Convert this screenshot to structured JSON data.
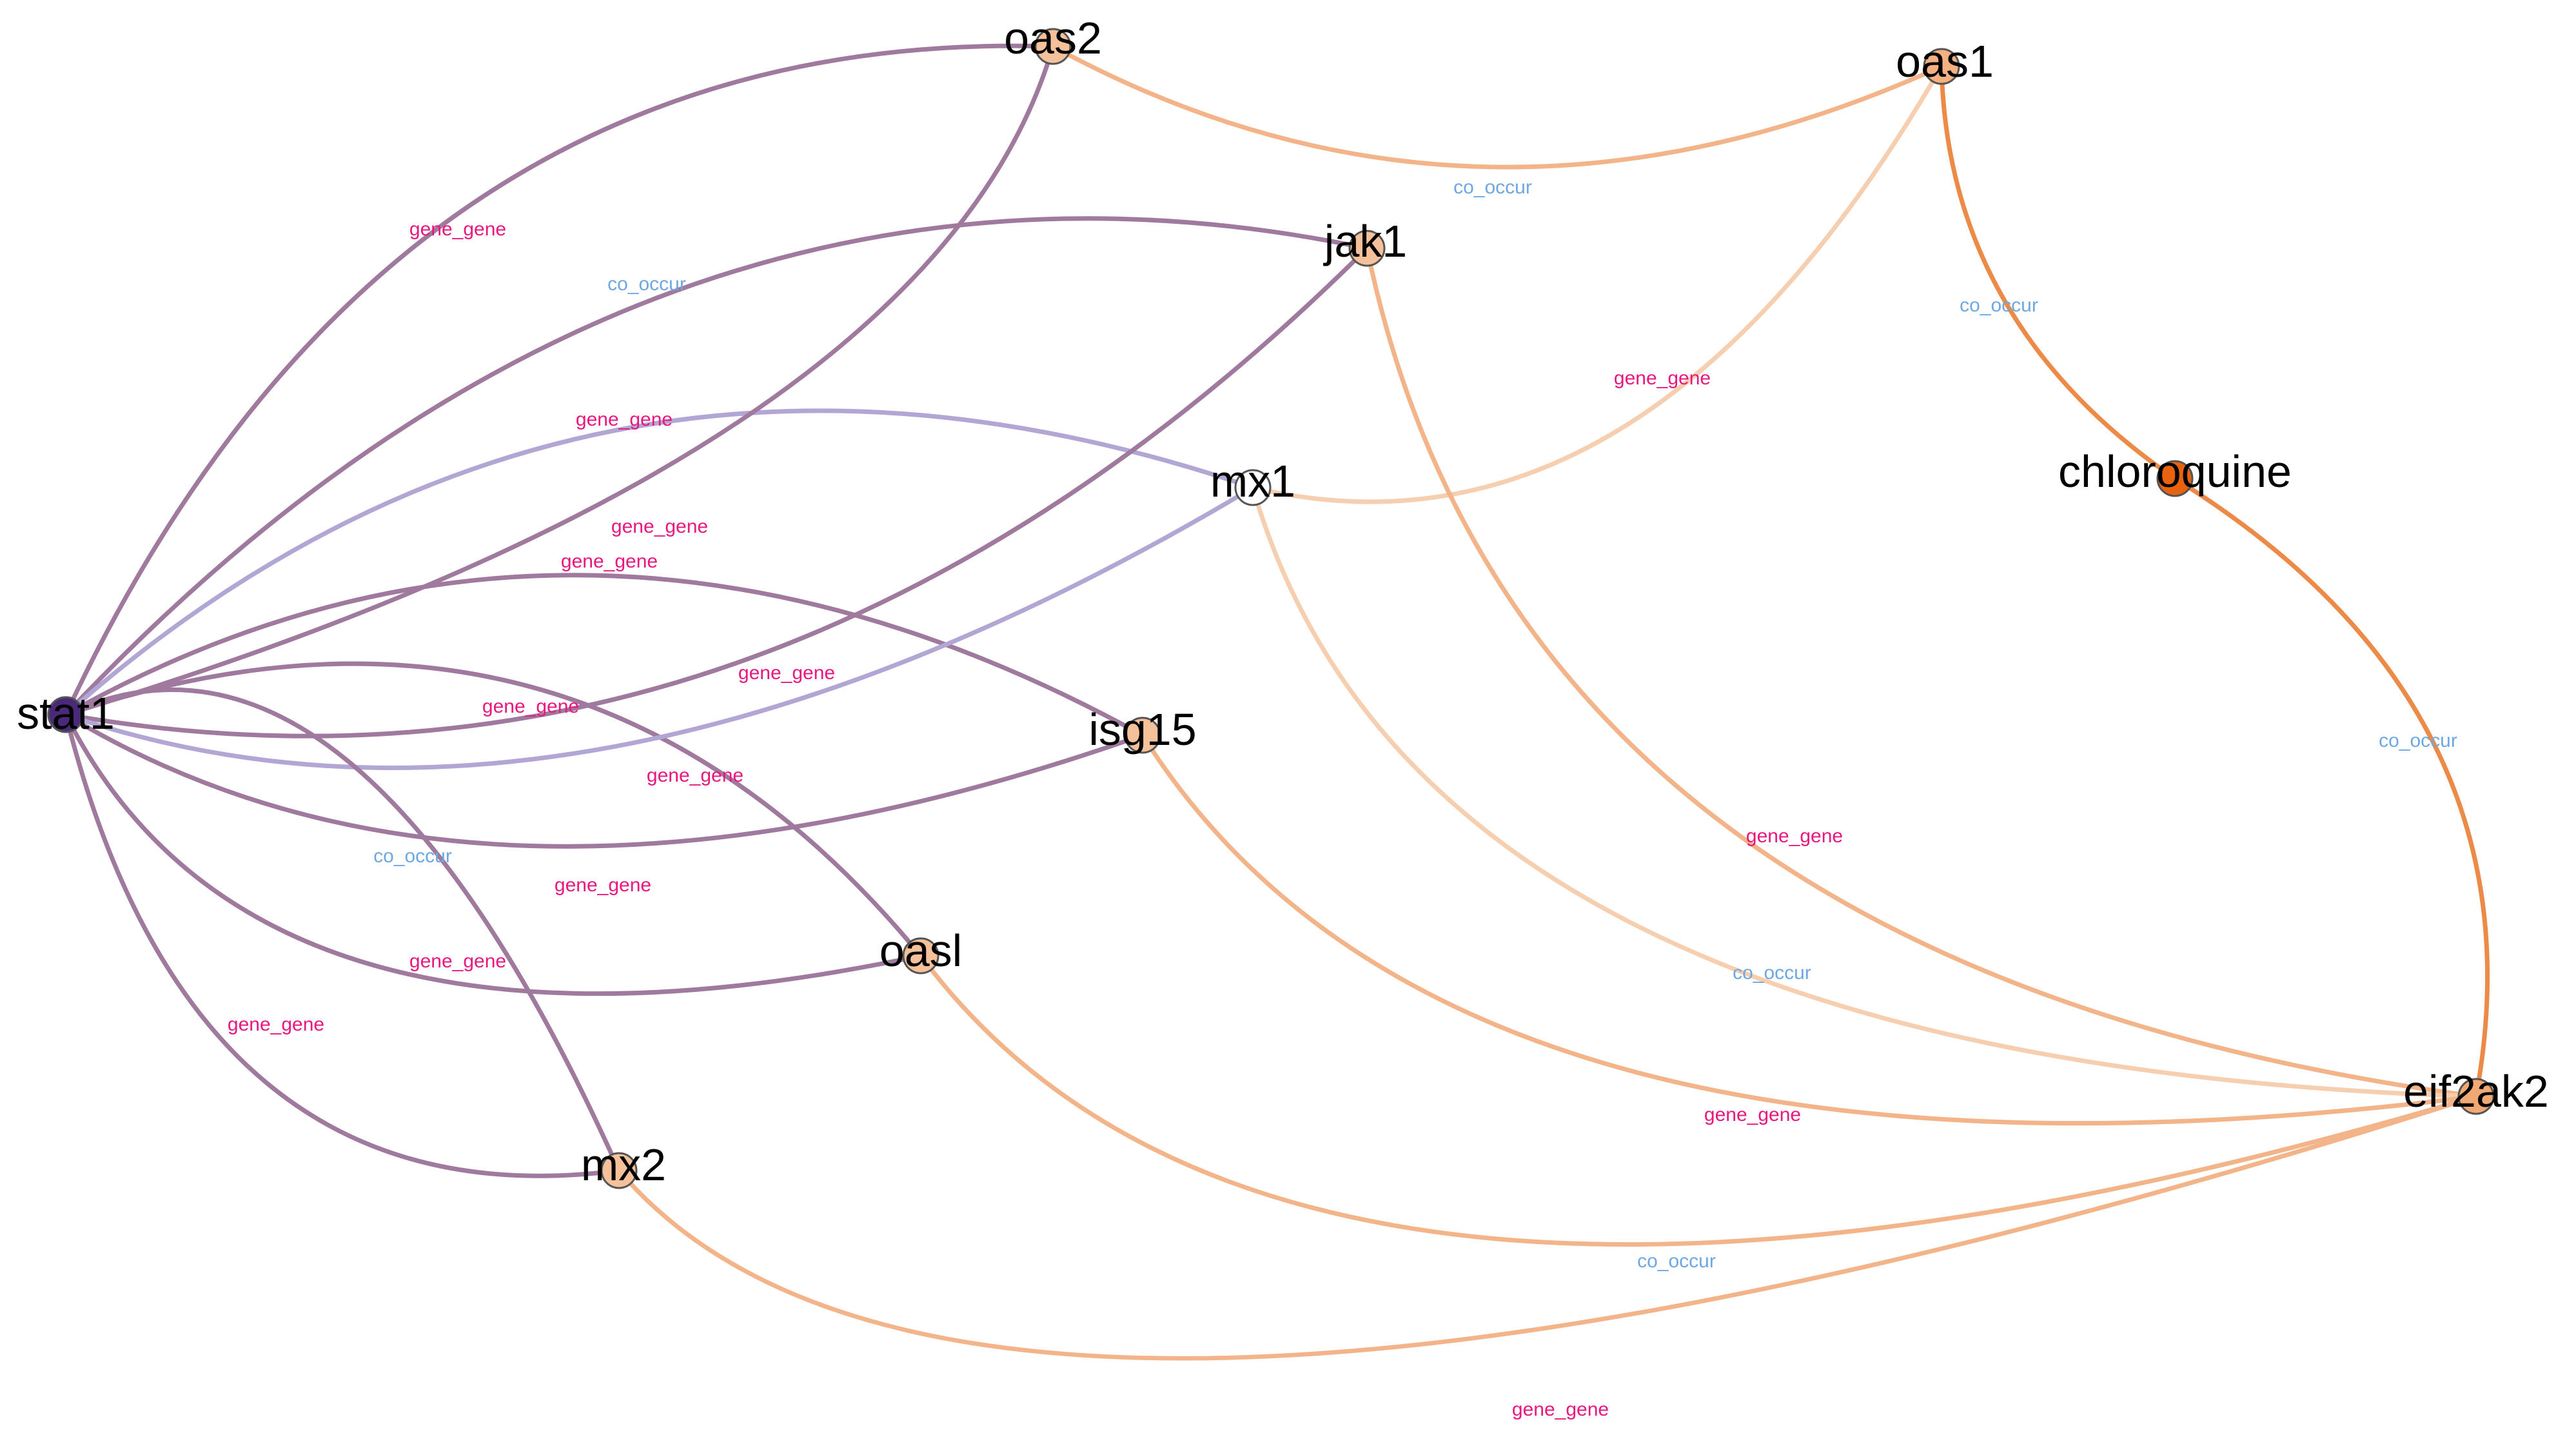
{
  "colors": {
    "gene_gene_label": "#e8187e",
    "co_occur_label": "#6fa8e0"
  },
  "nodes": [
    {
      "id": "stat1",
      "label": "stat1",
      "color": "#4a2a78"
    },
    {
      "id": "oas2",
      "label": "oas2",
      "color": "#f5c19b"
    },
    {
      "id": "oas1",
      "label": "oas1",
      "color": "#f3b080"
    },
    {
      "id": "jak1",
      "label": "jak1",
      "color": "#f5c19b"
    },
    {
      "id": "mx1",
      "label": "mx1",
      "color": "#ffffff"
    },
    {
      "id": "chloroquine",
      "label": "chloroquine",
      "color": "#e8620f"
    },
    {
      "id": "isg15",
      "label": "isg15",
      "color": "#f5c19b"
    },
    {
      "id": "oasl",
      "label": "oasl",
      "color": "#f5c19b"
    },
    {
      "id": "mx2",
      "label": "mx2",
      "color": "#f5c19b"
    },
    {
      "id": "eif2ak2",
      "label": "eif2ak2",
      "color": "#f0a874"
    }
  ],
  "edges": [
    {
      "source": "stat1",
      "target": "oas2",
      "type": "gene_gene",
      "color": "#a07a9e"
    },
    {
      "source": "stat1",
      "target": "jak1",
      "type": "co_occur",
      "color": "#a07a9e"
    },
    {
      "source": "stat1",
      "target": "mx1",
      "type": "gene_gene",
      "color": "#b2a6d4"
    },
    {
      "source": "stat1",
      "target": "oas2",
      "type": "gene_gene",
      "color": "#a07a9e"
    },
    {
      "source": "stat1",
      "target": "isg15",
      "type": "gene_gene",
      "color": "#a07a9e"
    },
    {
      "source": "stat1",
      "target": "jak1",
      "type": "gene_gene",
      "color": "#a07a9e"
    },
    {
      "source": "stat1",
      "target": "oasl",
      "type": "gene_gene",
      "color": "#a07a9e"
    },
    {
      "source": "stat1",
      "target": "mx1",
      "type": "gene_gene",
      "color": "#b2a6d4"
    },
    {
      "source": "stat1",
      "target": "mx2",
      "type": "co_occur",
      "color": "#a07a9e"
    },
    {
      "source": "stat1",
      "target": "isg15",
      "type": "gene_gene",
      "color": "#a07a9e"
    },
    {
      "source": "stat1",
      "target": "oasl",
      "type": "gene_gene",
      "color": "#a07a9e"
    },
    {
      "source": "stat1",
      "target": "mx2",
      "type": "gene_gene",
      "color": "#a07a9e"
    },
    {
      "source": "oas2",
      "target": "oas1",
      "type": "co_occur",
      "color": "#f2b488"
    },
    {
      "source": "oas1",
      "target": "mx1",
      "type": "gene_gene",
      "color": "#f6cfb0"
    },
    {
      "source": "oas1",
      "target": "chloroquine",
      "type": "co_occur",
      "color": "#ec8a48"
    },
    {
      "source": "chloroquine",
      "target": "eif2ak2",
      "type": "co_occur",
      "color": "#ec8a48"
    },
    {
      "source": "jak1",
      "target": "eif2ak2",
      "type": "gene_gene",
      "color": "#f2b488"
    },
    {
      "source": "mx1",
      "target": "eif2ak2",
      "type": "co_occur",
      "color": "#f6cfb0"
    },
    {
      "source": "isg15",
      "target": "eif2ak2",
      "type": "gene_gene",
      "color": "#f2b488"
    },
    {
      "source": "oasl",
      "target": "eif2ak2",
      "type": "co_occur",
      "color": "#f2b488"
    },
    {
      "source": "mx2",
      "target": "eif2ak2",
      "type": "gene_gene",
      "color": "#f2b488"
    }
  ]
}
